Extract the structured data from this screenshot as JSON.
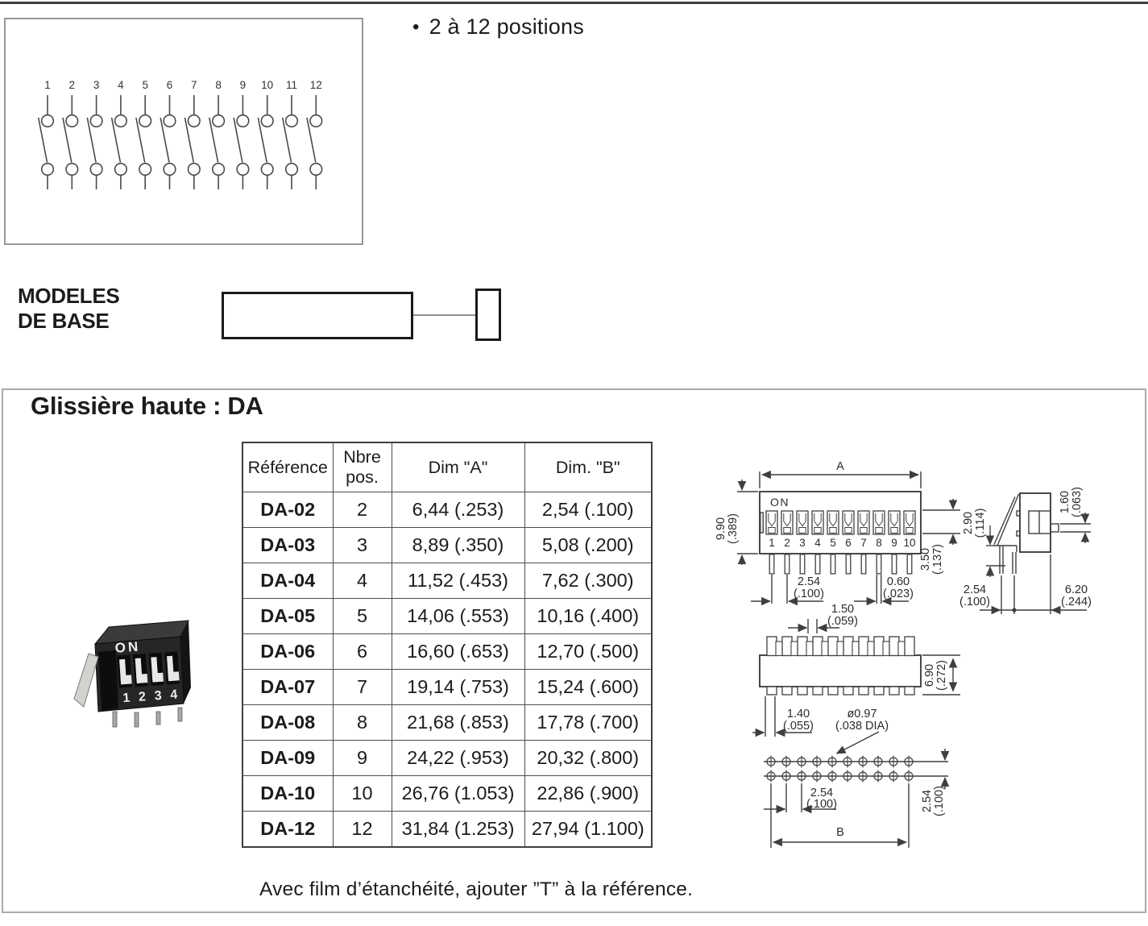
{
  "page": {
    "bullet": "•",
    "bullet_note": "2 à 12 positions",
    "models_label_line1": "MODELES",
    "models_label_line2": "DE BASE",
    "section_title": "Glissière haute : DA",
    "footnote": "Avec film d’étanchéité, ajouter ”T” à la référence."
  },
  "schematic": {
    "positions": [
      "1",
      "2",
      "3",
      "4",
      "5",
      "6",
      "7",
      "8",
      "9",
      "10",
      "11",
      "12"
    ]
  },
  "product_photo": {
    "on_label": "ON",
    "digits": [
      "1",
      "2",
      "3",
      "4"
    ]
  },
  "table": {
    "col_reference": "Référence",
    "col_nbre_line1": "Nbre",
    "col_nbre_line2": "pos.",
    "col_dim_a": "Dim \"A\"",
    "col_dim_b": "Dim. \"B\"",
    "rows": [
      {
        "ref": "DA-02",
        "pos": "2",
        "a": "6,44 (.253)",
        "b": "2,54 (.100)"
      },
      {
        "ref": "DA-03",
        "pos": "3",
        "a": "8,89 (.350)",
        "b": "5,08 (.200)"
      },
      {
        "ref": "DA-04",
        "pos": "4",
        "a": "11,52 (.453)",
        "b": "7,62 (.300)"
      },
      {
        "ref": "DA-05",
        "pos": "5",
        "a": "14,06 (.553)",
        "b": "10,16 (.400)"
      },
      {
        "ref": "DA-06",
        "pos": "6",
        "a": "16,60 (.653)",
        "b": "12,70 (.500)"
      },
      {
        "ref": "DA-07",
        "pos": "7",
        "a": "19,14 (.753)",
        "b": "15,24 (.600)"
      },
      {
        "ref": "DA-08",
        "pos": "8",
        "a": "21,68 (.853)",
        "b": "17,78 (.700)"
      },
      {
        "ref": "DA-09",
        "pos": "9",
        "a": "24,22 (.953)",
        "b": "20,32 (.800)"
      },
      {
        "ref": "DA-10",
        "pos": "10",
        "a": "26,76 (1.053)",
        "b": "22,86 (.900)"
      },
      {
        "ref": "DA-12",
        "pos": "12",
        "a": "31,84 (1.253)",
        "b": "27,94 (1.100)"
      }
    ]
  },
  "drawing": {
    "front": {
      "dim_a": "A",
      "on_label": "ON",
      "positions": [
        "1",
        "2",
        "3",
        "4",
        "5",
        "6",
        "7",
        "8",
        "9",
        "10"
      ],
      "height": {
        "mm": "9.90",
        "in": "(.389)"
      },
      "travel": {
        "mm": "3.50",
        "in": "(.137)"
      },
      "pitch": {
        "mm": "2.54",
        "in": "(.100)"
      },
      "pin_w": {
        "mm": "0.60",
        "in": "(.023)"
      },
      "slider_w": {
        "mm": "1.50",
        "in": "(.059)"
      }
    },
    "side": {
      "standoff": {
        "mm": "2.90",
        "in": "(.114)"
      },
      "knob": {
        "mm": "1.60",
        "in": "(.063)"
      },
      "pitch": {
        "mm": "2.54",
        "in": "(.100)"
      },
      "depth": {
        "mm": "6.20",
        "in": "(.244)"
      }
    },
    "top": {
      "width": {
        "mm": "6.90",
        "in": "(.272)"
      },
      "tab": {
        "mm": "1.40",
        "in": "(.055)"
      },
      "hole": {
        "mm": "ø0.97",
        "in": "(.038 DIA)"
      }
    },
    "footprint": {
      "pitch_h": {
        "mm": "2.54",
        "in": "(.100)"
      },
      "pitch_v": {
        "mm": "2.54",
        "in": "(.100)"
      },
      "dim_b": "B"
    }
  }
}
